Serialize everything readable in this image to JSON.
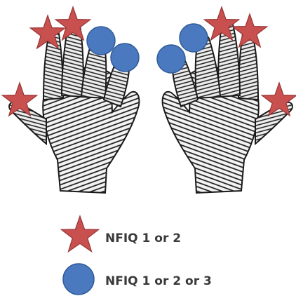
{
  "figure": {
    "colors": {
      "star": "#c8504f",
      "star_stroke": "#9a3434",
      "circle": "#4a79bf",
      "circle_stroke": "#2f5b99",
      "hand_fill": "#f3f3f3",
      "hand_ink": "#1a1a1a"
    },
    "hands": [
      {
        "side": "left",
        "finger_marks": [
          "star",
          "star",
          "circle",
          "circle",
          "star"
        ]
      },
      {
        "side": "right",
        "finger_marks": [
          "star",
          "circle",
          "circle",
          "star",
          "star"
        ]
      }
    ],
    "legend": [
      {
        "marker": "star",
        "label": "NFIQ 1 or 2"
      },
      {
        "marker": "circle",
        "label": "NFIQ 1 or 2 or 3"
      }
    ]
  }
}
